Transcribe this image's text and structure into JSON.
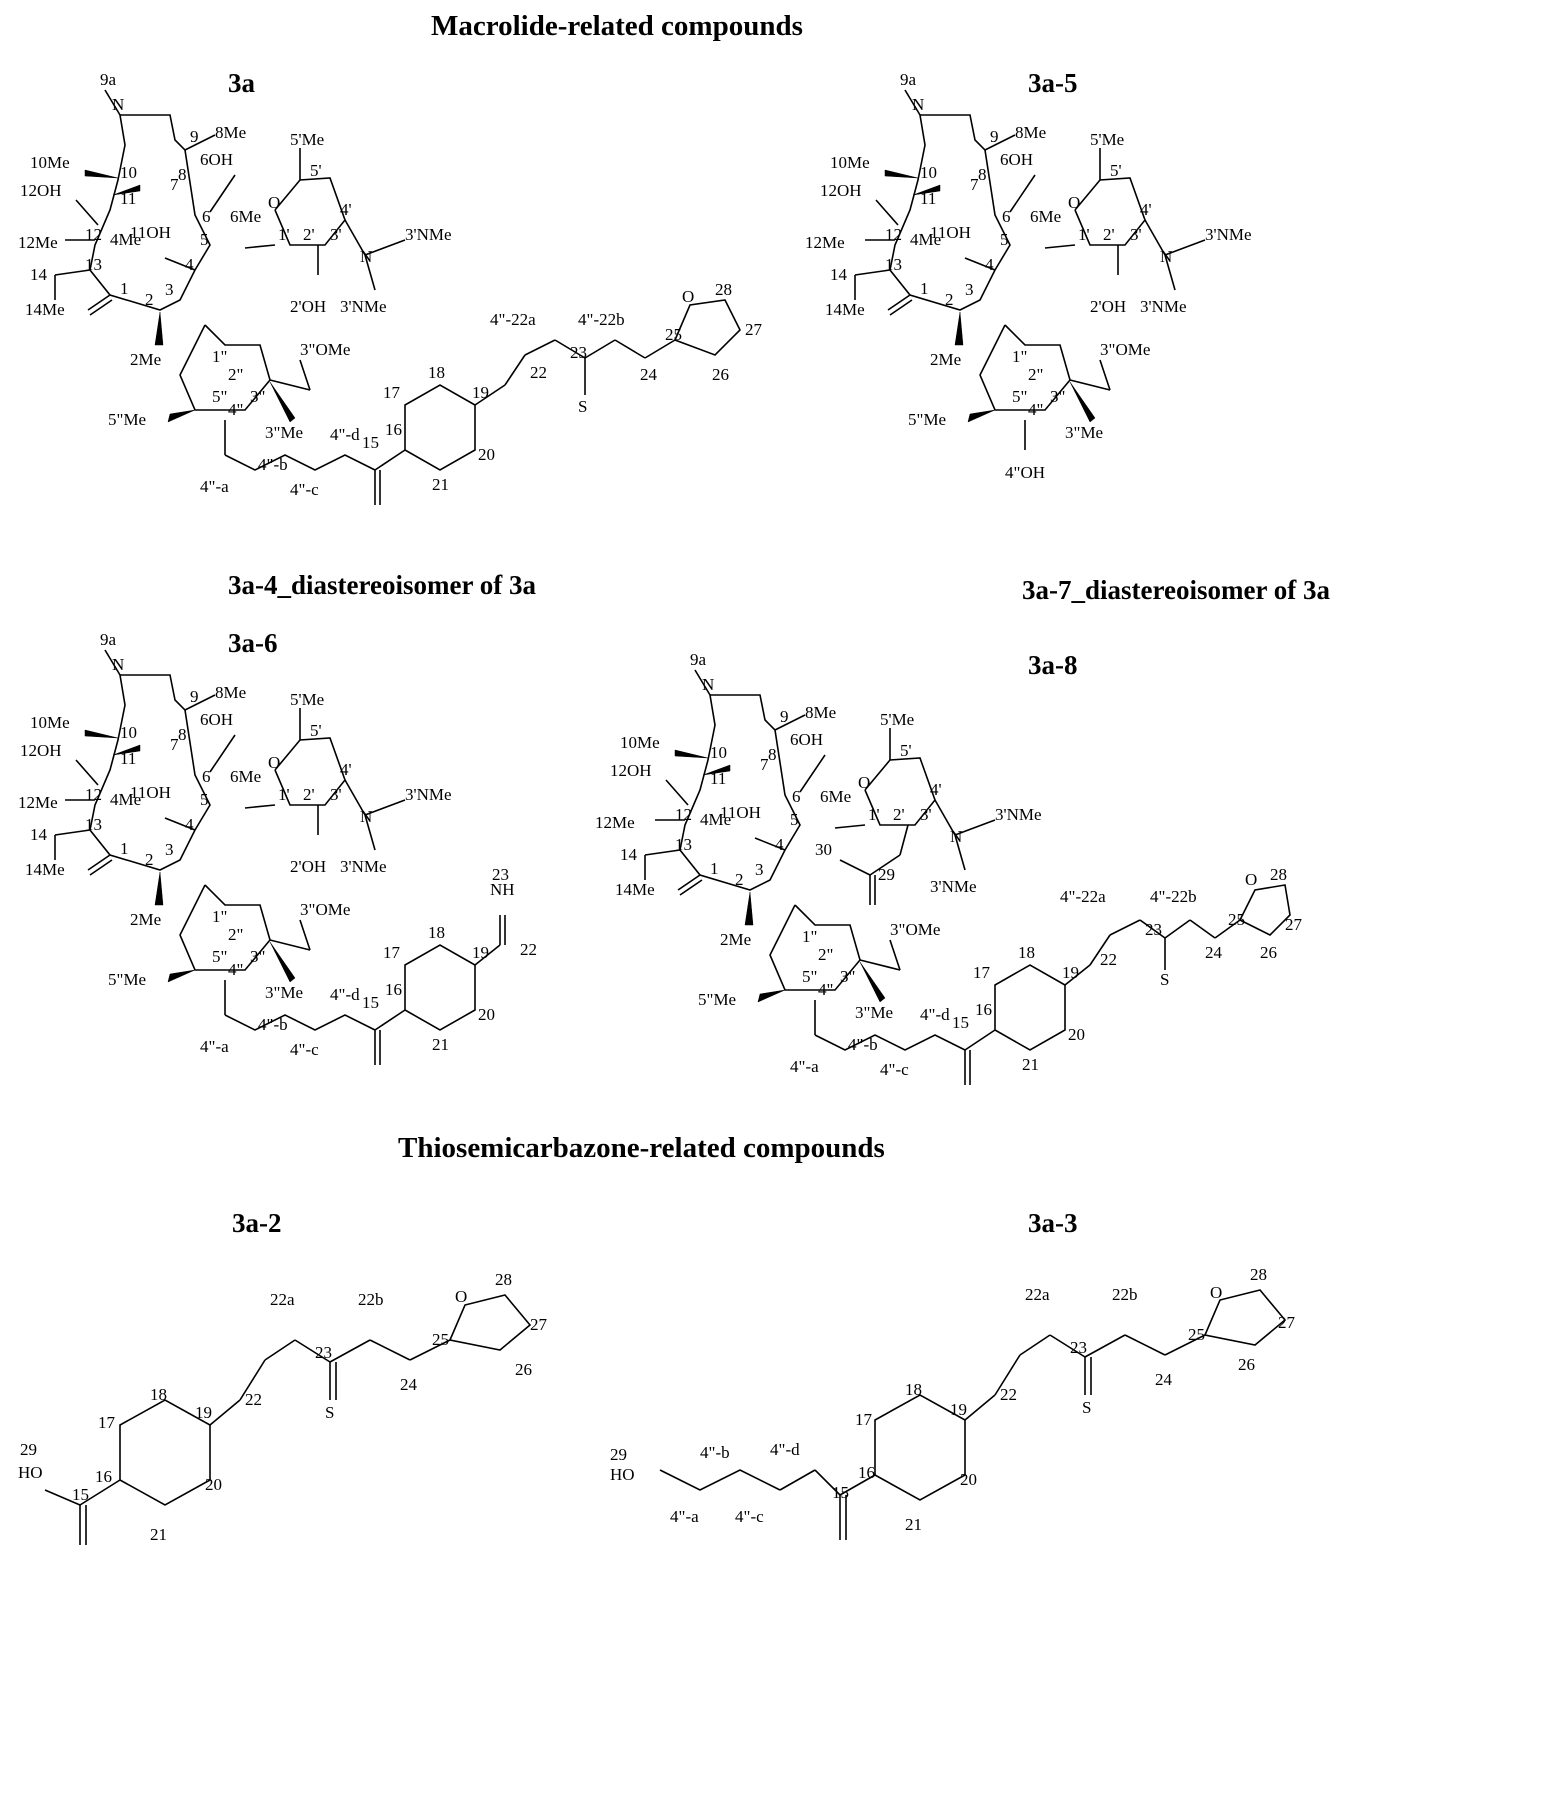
{
  "headings": {
    "macrolide": "Macrolide-related compounds",
    "thiosemicarbazone": "Thiosemicarbazone-related compounds"
  },
  "compounds": {
    "c3a": "3a",
    "c3a5": "3a-5",
    "c3a4_note": "3a-4_diastereoisomer of 3a",
    "c3a7_note": "3a-7_diastereoisomer of 3a",
    "c3a6": "3a-6",
    "c3a8": "3a-8",
    "c3a2": "3a-2",
    "c3a3": "3a-3"
  },
  "atoms": {
    "a9a": "9a",
    "a9": "9",
    "a10me": "10Me",
    "a10": "10",
    "a8": "8",
    "a8me": "8Me",
    "a12oh": "12OH",
    "a11": "11",
    "a11oh": "11OH",
    "a12me": "12Me",
    "a12": "12",
    "a13": "13",
    "a14": "14",
    "a14me": "14Me",
    "a1": "1",
    "a2": "2",
    "a2me": "2Me",
    "a3": "3",
    "a4": "4",
    "a4me": "4Me",
    "a5": "5",
    "a6": "6",
    "a6oh": "6OH",
    "a6me": "6Me",
    "a7": "7",
    "a1p": "1'",
    "a2p": "2'",
    "a2poh": "2'OH",
    "a3p": "3'",
    "a3pnme": "3'NMe",
    "a4p": "4'",
    "a5p": "5'",
    "a5pme": "5'Me",
    "a1pp": "1\"",
    "a2pp": "2\"",
    "a3pp": "3\"",
    "a3ppome": "3\"OMe",
    "a3ppme": "3\"Me",
    "a4pp": "4\"",
    "a4ppoh": "4\"OH",
    "a5pp": "5\"",
    "a5ppme": "5\"Me",
    "a4ppa": "4\"-a",
    "a4ppb": "4\"-b",
    "a4ppc": "4\"-c",
    "a4ppd": "4\"-d",
    "a4pp22a": "4\"-22a",
    "a4pp22b": "4\"-22b",
    "a15": "15",
    "a16": "16",
    "a17": "17",
    "a18": "18",
    "a19": "19",
    "a20": "20",
    "a21": "21",
    "a22": "22",
    "a22a": "22a",
    "a22b": "22b",
    "a23": "23",
    "a24": "24",
    "a25": "25",
    "a26": "26",
    "a27": "27",
    "a28": "28",
    "a29": "29",
    "a30": "30",
    "O": "O",
    "N": "N",
    "H": "H",
    "S": "S",
    "HO": "HO",
    "OH": "OH",
    "NH": "NH"
  }
}
